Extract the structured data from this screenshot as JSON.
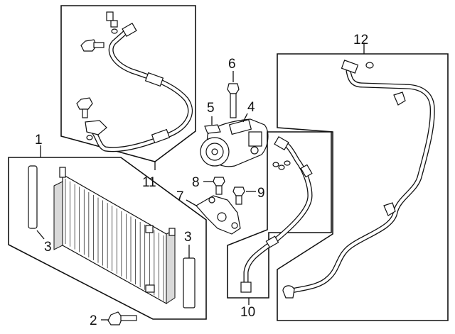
{
  "callouts": [
    {
      "id": "c1",
      "number": "1"
    },
    {
      "id": "c2",
      "number": "2"
    },
    {
      "id": "c3a",
      "number": "3"
    },
    {
      "id": "c3b",
      "number": "3"
    },
    {
      "id": "c4",
      "number": "4"
    },
    {
      "id": "c5",
      "number": "5"
    },
    {
      "id": "c6",
      "number": "6"
    },
    {
      "id": "c7",
      "number": "7"
    },
    {
      "id": "c8",
      "number": "8"
    },
    {
      "id": "c9",
      "number": "9"
    },
    {
      "id": "c10",
      "number": "10"
    },
    {
      "id": "c11",
      "number": "11"
    },
    {
      "id": "c12",
      "number": "12"
    }
  ]
}
